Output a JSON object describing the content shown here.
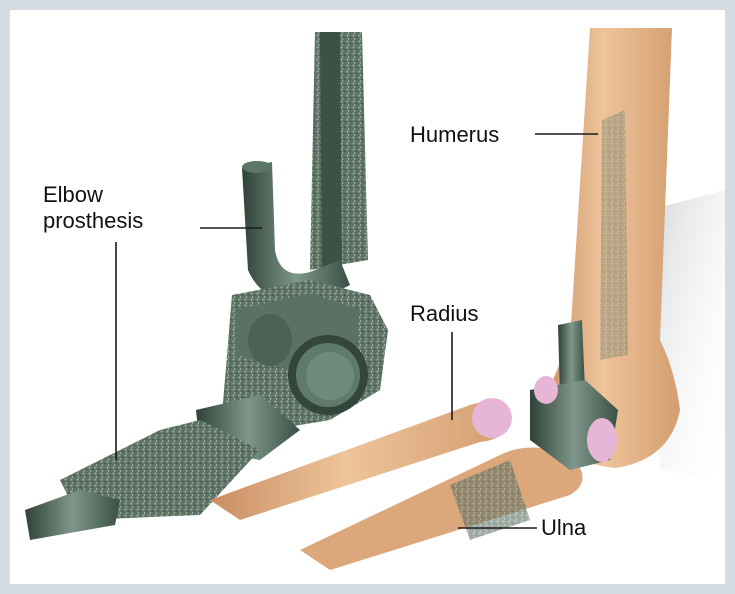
{
  "labels": {
    "elbow_line1": "Elbow",
    "elbow_line2": "prosthesis",
    "humerus": "Humerus",
    "radius": "Radius",
    "ulna": "Ulna"
  },
  "colors": {
    "background": "#d4dbe2",
    "bone": "#e2b48a",
    "metal": "#4f6a5c",
    "cartilage": "#e7b6d6"
  }
}
